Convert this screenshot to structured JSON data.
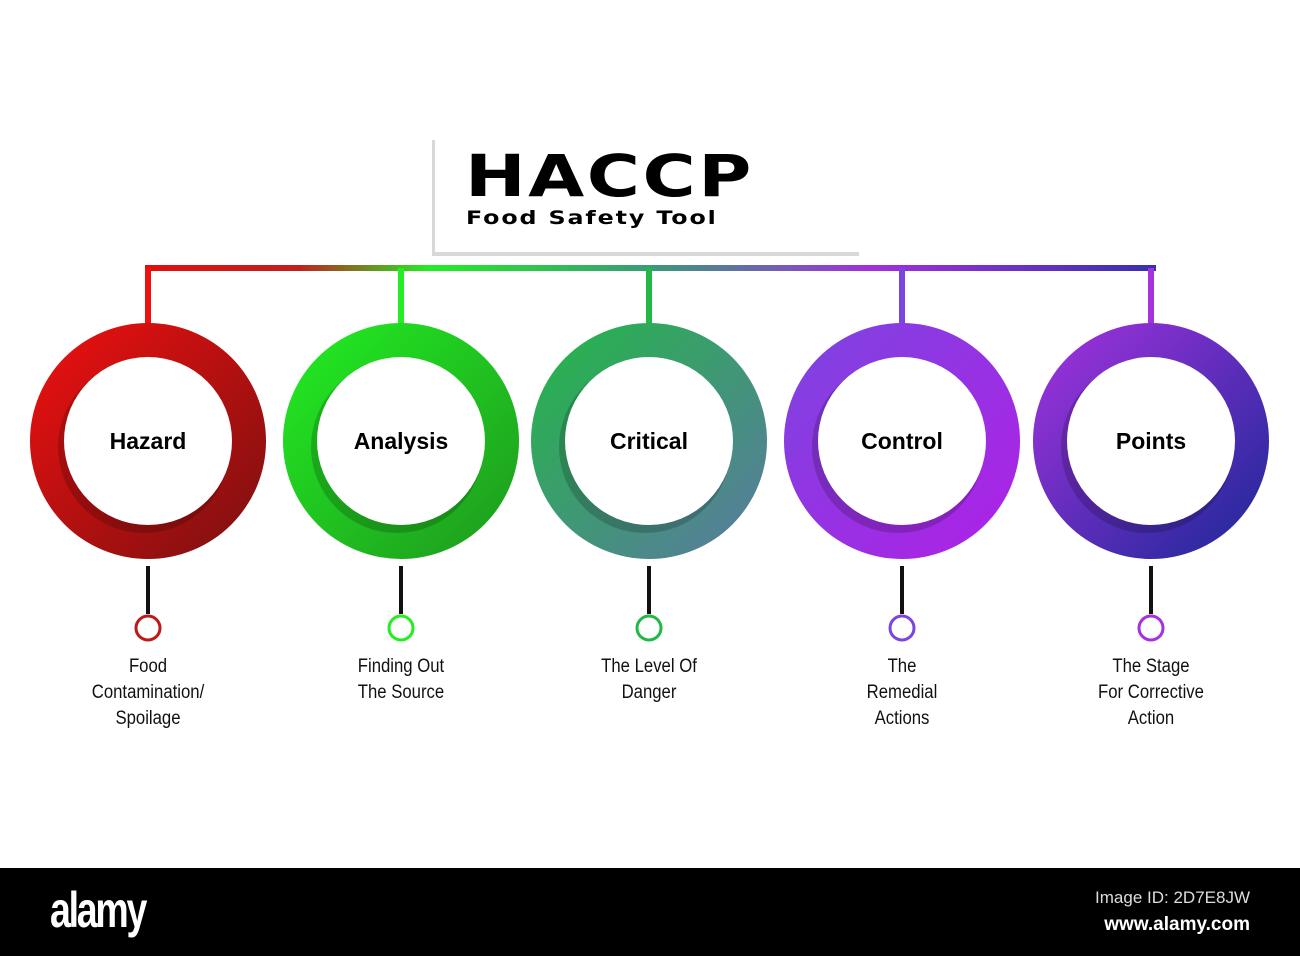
{
  "title": "HACCP",
  "subtitle": "Food Safety Tool",
  "steps": [
    {
      "label": "Hazard",
      "desc": [
        "Food",
        "Contamination/",
        "Spoilage"
      ],
      "c1": "#f01010",
      "c2": "#7a1010"
    },
    {
      "label": "Analysis",
      "desc": [
        "Finding Out",
        "The Source"
      ],
      "c1": "#22ee22",
      "c2": "#1e981e"
    },
    {
      "label": "Critical",
      "desc": [
        "The Level Of",
        "Danger"
      ],
      "c1": "#22b845",
      "c2": "#5b78a2"
    },
    {
      "label": "Control",
      "desc": [
        "The",
        "Remedial",
        "Actions"
      ],
      "c1": "#7b45e0",
      "c2": "#b020e6"
    },
    {
      "label": "Points",
      "desc": [
        "The Stage",
        "For Corrective",
        "Action"
      ],
      "c1": "#a532e0",
      "c2": "#1a2896"
    }
  ],
  "footer": {
    "logo": "alamy",
    "image_id": "Image ID: 2D7E8JW",
    "site": "www.alamy.com"
  }
}
